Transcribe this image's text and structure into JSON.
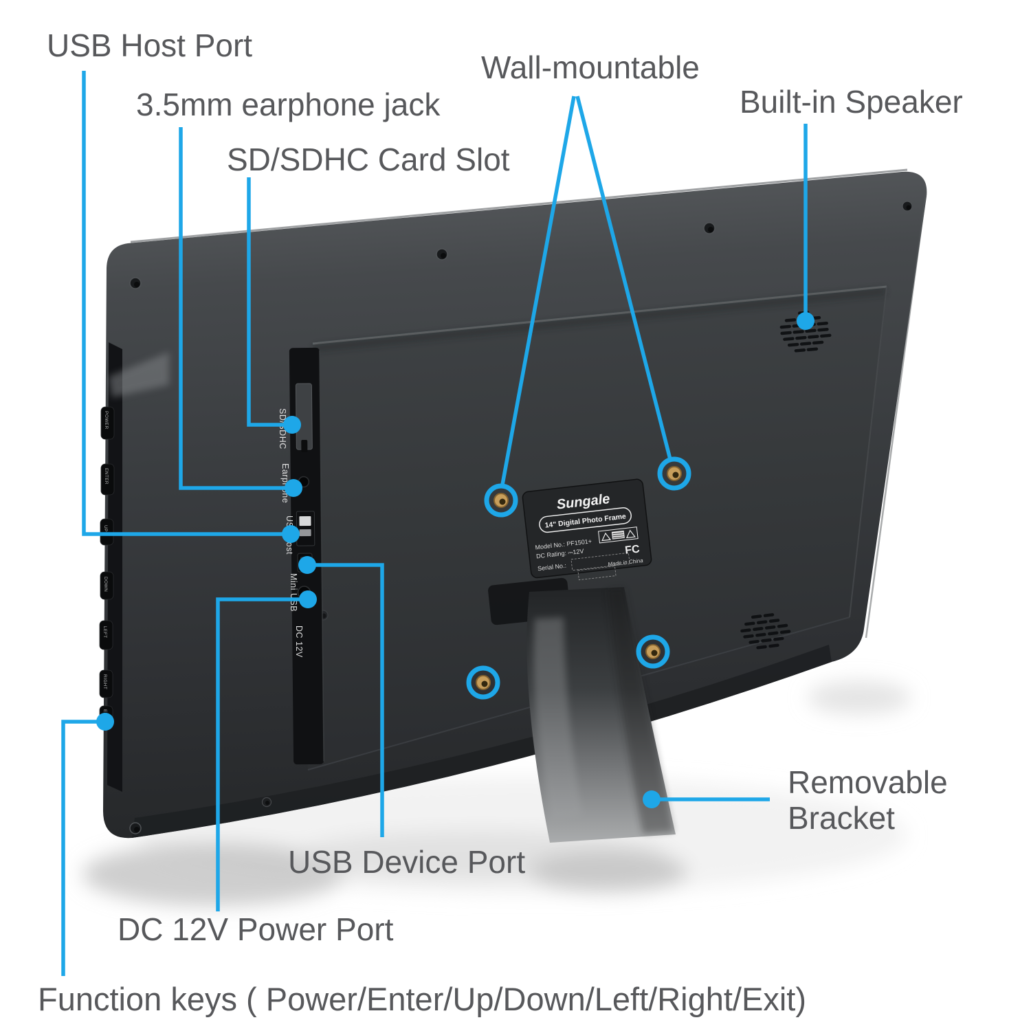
{
  "accent_color": "#1ea7e8",
  "label_text_color": "#57585b",
  "callouts": {
    "usb_host": "USB Host Port",
    "earphone": "3.5mm earphone jack",
    "sd_slot": "SD/SDHC Card Slot",
    "wall_mountable": "Wall-mountable",
    "speaker": "Built-in Speaker",
    "bracket_line1": "Removable",
    "bracket_line2": "Bracket",
    "usb_device": "USB Device Port",
    "dc_power": "DC 12V Power Port",
    "function_keys": "Function keys ( Power/Enter/Up/Down/Left/Right/Exit)"
  },
  "side_ports": {
    "sd": "SD/SDHC",
    "earphone": "Earphone",
    "usb_host": "USB host",
    "mini_usb": "Mini USB",
    "dc": "DC 12V"
  },
  "function_buttons": [
    "POWER",
    "ENTER",
    "UP",
    "DOWN",
    "LEFT",
    "RIGHT",
    "EXIT"
  ],
  "plate": {
    "brand": "Sungale",
    "product": "14\" Digital Photo Frame",
    "model": "Model No.: PF1501+",
    "dc_rating": "DC Rating: ⎓12V",
    "serial": "Serial No.:",
    "fcc": "FC",
    "made_in": "Made in China"
  }
}
